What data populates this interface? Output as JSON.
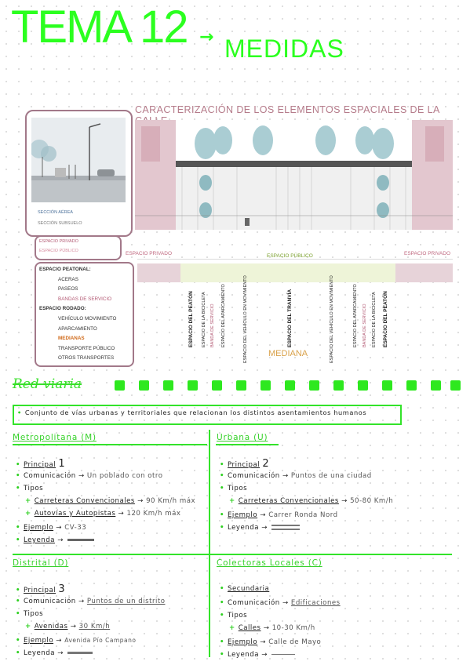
{
  "header": {
    "title": "TEMA 12",
    "arrow": "→",
    "subtitle": "MEDIDAS"
  },
  "figure": {
    "title": "CARACTERIZACIÓN DE LOS ELEMENTOS ESPACIALES DE LA CALLE",
    "legend_top": [
      "SECCIÓN AÉREA",
      "SECCIÓN SUBSUELO"
    ],
    "legend_mid": [
      "ESPACIO PRIVADO",
      "ESPACIO PÚBLICO"
    ],
    "legend_bottom": [
      {
        "text": "ESPACIO PEATONAL:",
        "style": "bold"
      },
      {
        "text": "ACERAS",
        "style": "indent"
      },
      {
        "text": "PASEOS",
        "style": "indent"
      },
      {
        "text": "BANDAS DE SERVICIO",
        "style": "indent-pink"
      },
      {
        "text": "ESPACIO RODADO:",
        "style": "bold"
      },
      {
        "text": "VEHÍCULO MOVIMIENTO",
        "style": "indent"
      },
      {
        "text": "APARCAMIENTO",
        "style": "indent"
      },
      {
        "text": "MEDIANAS",
        "style": "indent-orange"
      },
      {
        "text": "TRANSPORTE PÚBLICO",
        "style": "indent"
      },
      {
        "text": "OTROS TRANSPORTES",
        "style": "indent"
      }
    ],
    "section_left": "ESPACIO PRIVADO",
    "section_center": "ESPACIO PÚBLICO",
    "section_right": "ESPACIO PRIVADO",
    "vertical_labels": [
      {
        "text": "ESPACIO DEL PEATÓN",
        "style": "bold"
      },
      {
        "text": "ESPACIO DE LA BICICLETA",
        "style": ""
      },
      {
        "text": "BANDA DE SERVICIO",
        "style": "pink"
      },
      {
        "text": "ESPACIO DEL APARCAMIENTO",
        "style": ""
      },
      {
        "text": "ESPACIO DEL VEHÍCULO EN MOVIMIENTO",
        "style": ""
      },
      {
        "text": "ESPACIO DEL TRANVÍA",
        "style": "bold"
      },
      {
        "text": "ESPACIO DEL VEHÍCULO EN MOVIMIENTO",
        "style": ""
      },
      {
        "text": "ESPACIO DEL APARCAMIENTO",
        "style": ""
      },
      {
        "text": "BANDA DE SERVICIO",
        "style": "pink"
      },
      {
        "text": "ESPACIO DE LA BICICLETA",
        "style": ""
      },
      {
        "text": "ESPACIO DEL PEATÓN",
        "style": "bold"
      }
    ],
    "median_label": "MEDIANA"
  },
  "red_viaria": {
    "heading": "Red viaria",
    "definition": "Conjunto de vías urbanas y territoriales que relacionan los distintos asentamientos humanos"
  },
  "sections": {
    "metropolitana": {
      "title": "Metropolitana (M)",
      "principal_label": "Principal",
      "principal_value": "1",
      "comunicacion_label": "Comunicación",
      "comunicacion_value": "Un poblado con otro",
      "tipos_label": "Tipos",
      "tipos": [
        {
          "name": "Carreteras Convencionales",
          "value": "90 Km/h máx"
        },
        {
          "name": "Autovías y Autopistas",
          "value": "120 Km/h máx"
        }
      ],
      "ejemplo_label": "Ejemplo",
      "ejemplo_value": "CV-33",
      "leyenda_label": "Leyenda"
    },
    "urbana": {
      "title": "Urbana (U)",
      "principal_label": "Principal",
      "principal_value": "2",
      "comunicacion_label": "Comunicación",
      "comunicacion_value": "Puntos de una ciudad",
      "tipos_label": "Tipos",
      "tipos": [
        {
          "name": "Carreteras Convencionales",
          "value": "50-80 Km/h"
        }
      ],
      "ejemplo_label": "Ejemplo",
      "ejemplo_value": "Carrer Ronda Nord",
      "leyenda_label": "Leyenda"
    },
    "distrital": {
      "title": "Distrital (D)",
      "principal_label": "Principal",
      "principal_value": "3",
      "comunicacion_label": "Comunicación",
      "comunicacion_value": "Puntos de un distrito",
      "tipos_label": "Tipos",
      "tipos": [
        {
          "name": "Avenidas",
          "value": "30 Km/h"
        }
      ],
      "ejemplo_label": "Ejemplo",
      "ejemplo_value": "Avenida Pío Campano",
      "leyenda_label": "Leyenda"
    },
    "colectoras": {
      "title": "Colectoras Locales (C)",
      "principal_label": "Secundaria",
      "principal_value": "",
      "comunicacion_label": "Comunicación",
      "comunicacion_value": "Edificaciones",
      "tipos_label": "Tipos",
      "tipos": [
        {
          "name": "Calles",
          "value": "10-30 Km/h"
        }
      ],
      "ejemplo_label": "Ejemplo",
      "ejemplo_value": "Calle de Mayo",
      "leyenda_label": "Leyenda"
    }
  },
  "colors": {
    "accent_green": "#2bff1f",
    "pink": "#c06a80",
    "mauve_border": "#a27889"
  }
}
